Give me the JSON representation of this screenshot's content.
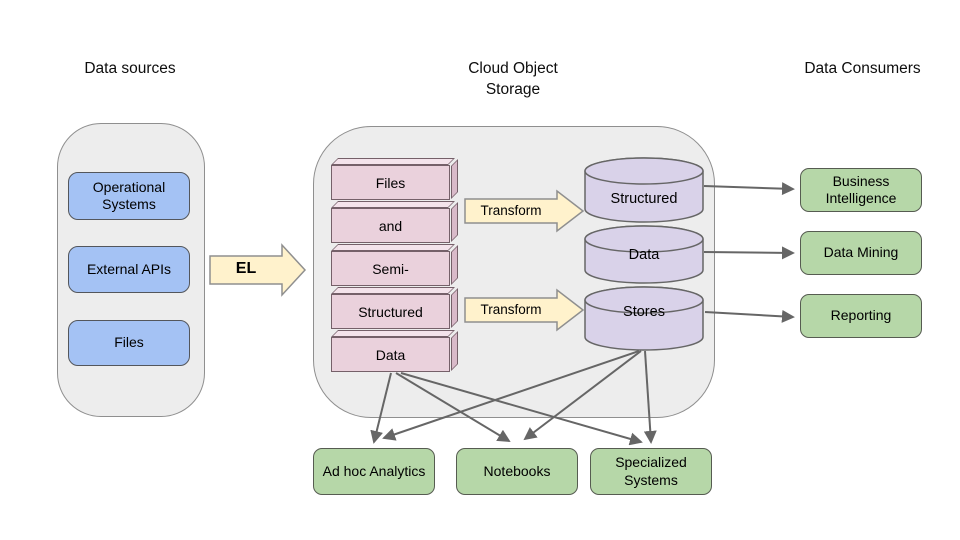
{
  "headings": {
    "data_sources": "Data sources",
    "cloud_storage": "Cloud Object Storage",
    "data_consumers": "Data Consumers"
  },
  "data_sources": {
    "items": [
      {
        "label": "Operational Systems"
      },
      {
        "label": "External APIs"
      },
      {
        "label": "Files"
      }
    ]
  },
  "el_arrow": {
    "label": "EL"
  },
  "storage_stack": {
    "items": [
      {
        "label": "Files"
      },
      {
        "label": "and"
      },
      {
        "label": "Semi-"
      },
      {
        "label": "Structured"
      },
      {
        "label": "Data"
      }
    ]
  },
  "transform_arrows": {
    "top": "Transform",
    "bottom": "Transform"
  },
  "data_stores": {
    "items": [
      {
        "label": "Structured"
      },
      {
        "label": "Data"
      },
      {
        "label": "Stores"
      }
    ]
  },
  "consumers": {
    "items": [
      {
        "label": "Business Intelligence"
      },
      {
        "label": "Data Mining"
      },
      {
        "label": "Reporting"
      }
    ]
  },
  "bottom_consumers": {
    "items": [
      {
        "label": "Ad hoc Analytics"
      },
      {
        "label": "Notebooks"
      },
      {
        "label": "Specialized Systems"
      }
    ]
  },
  "colors": {
    "container_fill": "#ededed",
    "source_fill": "#a4c2f4",
    "stack_fill": "#ead1dc",
    "store_fill": "#d9d2e9",
    "consumer_fill": "#b6d7a8",
    "block_arrow_fill": "#fff2cc",
    "connector": "#666666"
  }
}
